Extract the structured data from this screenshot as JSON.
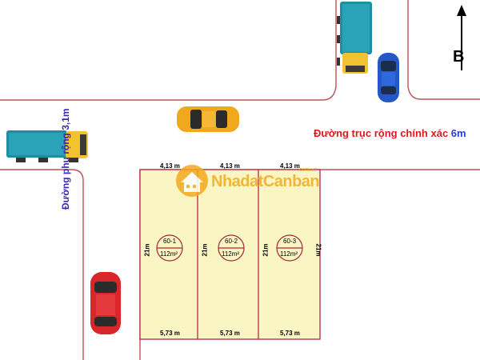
{
  "main_road": {
    "label": "Đường trục rộng chính xác",
    "width": "6m"
  },
  "side_road": {
    "label": "Đường phụ rộng 3,1m"
  },
  "north": {
    "letter": "B"
  },
  "watermark": {
    "part1": "Nhadat",
    "part2": "Canban",
    "domain": ".com.vn"
  },
  "lots": [
    {
      "id": "60-1",
      "area": "112m²",
      "front": "4,13 m",
      "back": "5,73 m",
      "depth": "21m"
    },
    {
      "id": "60-2",
      "area": "112m²",
      "front": "4,13 m",
      "back": "5,73 m",
      "depth": "21m"
    },
    {
      "id": "60-3",
      "area": "112m²",
      "front": "4,13 m",
      "back": "5,73 m",
      "depth": "21m"
    }
  ],
  "colors": {
    "lot_fill": "#f9f6c4",
    "boundary": "#b8284a",
    "road_edge": "#c0505a",
    "road_label": "#d91b1b",
    "road_width": "#2a3bd6",
    "side_label": "#3a2ab0",
    "lot_circle": "#a8263c"
  }
}
